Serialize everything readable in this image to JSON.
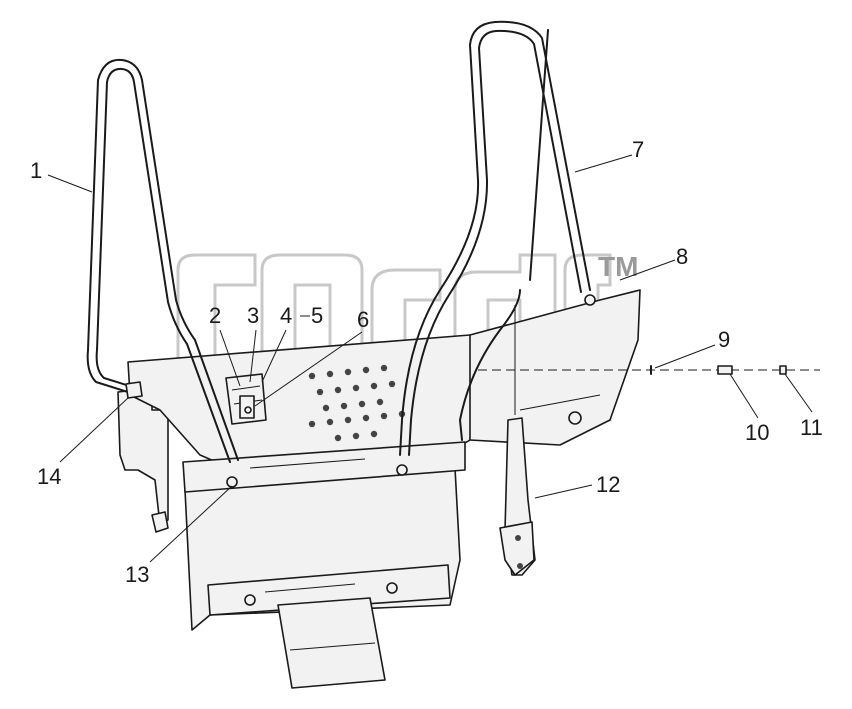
{
  "watermark": {
    "mark": "TM"
  },
  "callouts": [
    {
      "id": "1",
      "label": "1"
    },
    {
      "id": "2",
      "label": "2"
    },
    {
      "id": "3",
      "label": "3"
    },
    {
      "id": "4",
      "label": "4"
    },
    {
      "id": "5",
      "label": "5"
    },
    {
      "id": "6",
      "label": "6"
    },
    {
      "id": "7",
      "label": "7"
    },
    {
      "id": "8",
      "label": "8"
    },
    {
      "id": "9",
      "label": "9"
    },
    {
      "id": "10",
      "label": "10"
    },
    {
      "id": "11",
      "label": "11"
    },
    {
      "id": "12",
      "label": "12"
    },
    {
      "id": "13",
      "label": "13"
    },
    {
      "id": "14",
      "label": "14"
    }
  ]
}
